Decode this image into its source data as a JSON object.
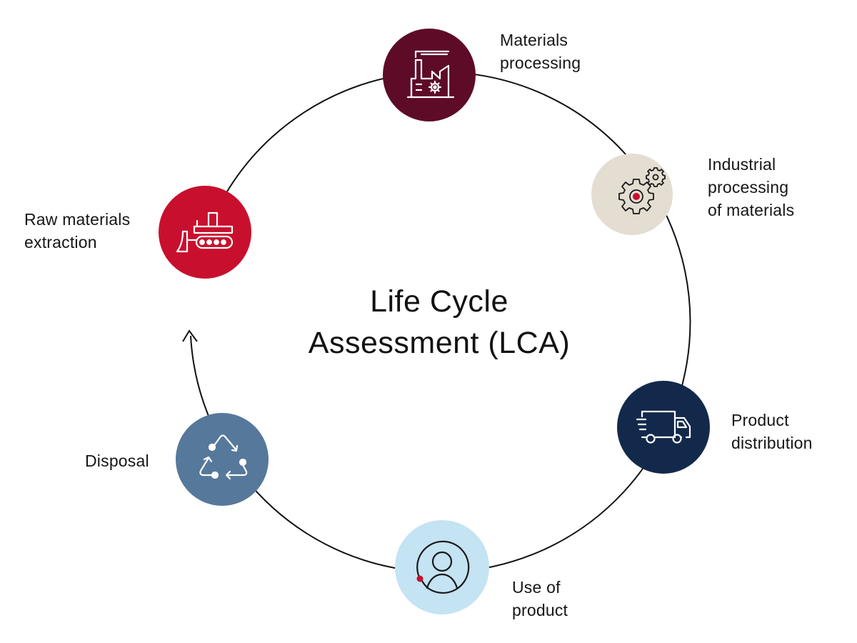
{
  "title": {
    "line1": "Life Cycle",
    "line2": "Assessment (LCA)"
  },
  "cycle_direction": "clockwise",
  "stages": [
    {
      "id": "raw-materials-extraction",
      "label_lines": [
        "Raw materials",
        "extraction"
      ],
      "icon": "bulldozer-icon",
      "color": "#c8102e",
      "icon_color": "#ffffff"
    },
    {
      "id": "materials-processing",
      "label_lines": [
        "Materials",
        "processing"
      ],
      "icon": "factory-icon",
      "color": "#5e0b27",
      "icon_color": "#ffffff"
    },
    {
      "id": "industrial-processing",
      "label_lines": [
        "Industrial",
        "processing",
        "of materials"
      ],
      "icon": "gears-icon",
      "color": "#e4ddd1",
      "icon_color": "#1a1a1a",
      "accent_color": "#c8102e"
    },
    {
      "id": "product-distribution",
      "label_lines": [
        "Product",
        "distribution"
      ],
      "icon": "delivery-truck-icon",
      "color": "#13294b",
      "icon_color": "#ffffff"
    },
    {
      "id": "use-of-product",
      "label_lines": [
        "Use of",
        "product"
      ],
      "icon": "user-icon",
      "color": "#c4e3f3",
      "icon_color": "#1a1a1a",
      "accent_color": "#c8102e"
    },
    {
      "id": "disposal",
      "label_lines": [
        "Disposal"
      ],
      "icon": "recycle-icon",
      "color": "#56789b",
      "icon_color": "#ffffff"
    }
  ]
}
